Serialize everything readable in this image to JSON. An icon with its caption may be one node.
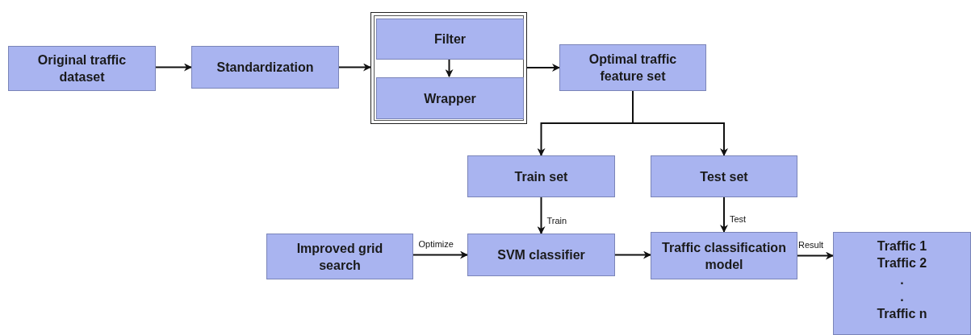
{
  "diagram": {
    "nodes": [
      {
        "text": [
          "Original traffic dataset"
        ]
      },
      {
        "text": [
          "Standardization"
        ]
      },
      {
        "text": [],
        "shape": "box"
      },
      {
        "text": [
          "Filter"
        ],
        "in": 2
      },
      {
        "text": [
          "Wrapper"
        ],
        "in": 2
      },
      {
        "text": [
          "Optimal traffic feature set"
        ]
      },
      {
        "text": [
          "Train set"
        ]
      },
      {
        "text": [
          "Test set"
        ]
      },
      {
        "text": [
          "Improved grid search"
        ]
      },
      {
        "text": [
          "SVM classifier"
        ]
      },
      {
        "text": [
          "Traffic classification model"
        ]
      },
      {
        "text": [
          "Traffic 1",
          "Traffic 2",
          ".",
          ".",
          "Traffic n"
        ]
      }
    ],
    "edges": [
      {
        "from": 0,
        "to": 1,
        "arrow": "to"
      },
      {
        "from": 1,
        "to": 2,
        "arrow": "to"
      },
      {
        "from": 3,
        "to": 4,
        "arrow": "to"
      },
      {
        "from": 2,
        "to": 5,
        "arrow": "to"
      },
      {
        "from": 5,
        "to": 6,
        "arrow": "to"
      },
      {
        "from": 5,
        "to": 7,
        "arrow": "to"
      },
      {
        "from": 6,
        "to": 9,
        "arrow": "to",
        "label": "Train"
      },
      {
        "from": 7,
        "to": 10,
        "arrow": "to",
        "label": "Test"
      },
      {
        "from": 8,
        "to": 9,
        "arrow": "to",
        "label": "Optimize"
      },
      {
        "from": 9,
        "to": 10,
        "arrow": "to"
      },
      {
        "from": 10,
        "to": 11,
        "arrow": "to",
        "label": "Result"
      }
    ]
  }
}
